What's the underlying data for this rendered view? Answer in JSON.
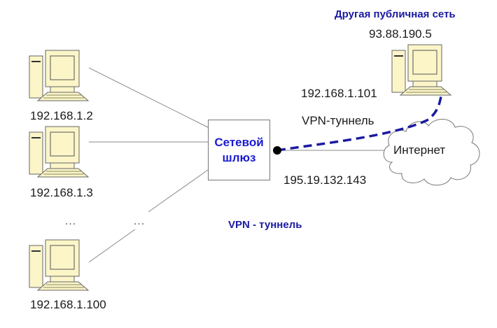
{
  "diagram": {
    "remote_network": {
      "title": "Другая публичная сеть",
      "public_ip": "93.88.190.5",
      "host_ip": "192.168.1.101"
    },
    "gateway": {
      "line1": "Сетевой",
      "line2": "шлюз",
      "external_ip": "195.19.132.143"
    },
    "internet": {
      "label": "Интернет"
    },
    "tunnel_label_top": "VPN-туннель",
    "tunnel_label_bottom": "VPN - туннель",
    "local_hosts": [
      {
        "ip": "192.168.1.2"
      },
      {
        "ip": "192.168.1.3"
      },
      {
        "ip": "192.168.1.100"
      }
    ],
    "ellipsis_left": "…",
    "ellipsis_mid": "…",
    "colors": {
      "tunnel": "#1a1aa0",
      "computer_fill": "#fbf5c8",
      "line": "#777777"
    }
  }
}
